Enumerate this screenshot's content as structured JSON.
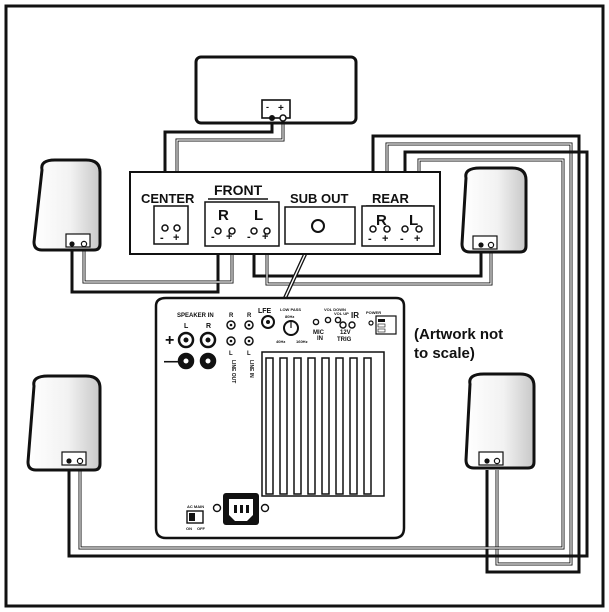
{
  "note": {
    "line1": "(Artwork not",
    "line2": "to scale)"
  },
  "center_speaker": {
    "minus": "-",
    "plus": "+"
  },
  "receiver": {
    "center_label": "CENTER",
    "front_label": "FRONT",
    "sub_out_label": "SUB OUT",
    "rear_label": "REAR",
    "front_r": "R",
    "front_l": "L",
    "rear_r": "R",
    "rear_l": "L",
    "minus": "-",
    "plus": "+"
  },
  "subwoofer": {
    "speaker_in": "SPEAKER IN",
    "l": "L",
    "r": "R",
    "plus": "+",
    "minus": "—",
    "lfe": "LFE",
    "line_out": "LINE OUT",
    "line_in": "LINE IN",
    "low_pass": "LOW PASS",
    "hz_mid": "80Hz",
    "hz_low": "40Hz",
    "hz_high": "160Hz",
    "vol_down": "VOL DOWN",
    "vol_up": "VOL UP",
    "ir": "IR",
    "mic_in_1": "MIC",
    "mic_in_2": "IN",
    "trig_1": "12V",
    "trig_2": "TRIG",
    "power": "POWER",
    "ac_main": "AC MAIN",
    "on": "ON",
    "off": "OFF"
  }
}
